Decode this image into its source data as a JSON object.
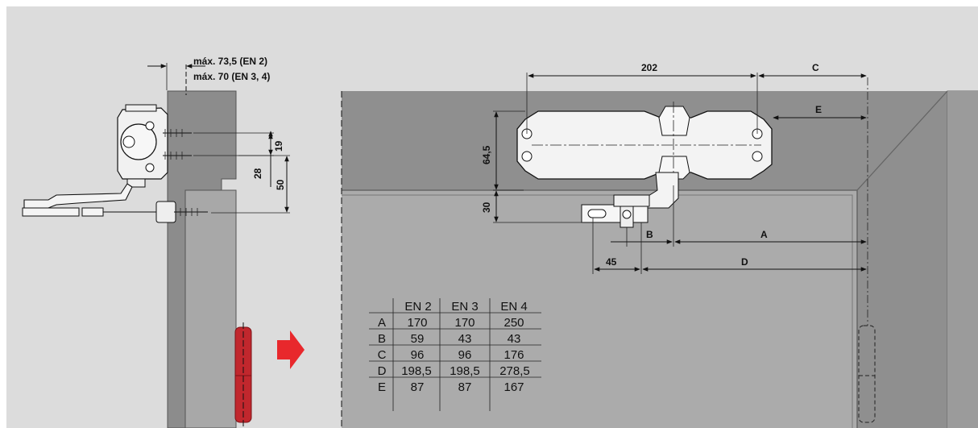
{
  "colors": {
    "background": "#dcdcdc",
    "wall": "#8f8f8f",
    "door": "#a9a9a9",
    "frame": "#a3a3a3",
    "hinge": "#c1272d",
    "arrow": "#e8282c",
    "closer_body": "#f3f3f3",
    "line": "#111111"
  },
  "side_view": {
    "max_label_en2": "máx. 73,5 (EN 2)",
    "max_label_en34": "máx. 70 (EN 3, 4)",
    "dim_19": "19",
    "dim_28": "28",
    "dim_50": "50"
  },
  "top_view": {
    "dim_202": "202",
    "dim_C": "C",
    "dim_E": "E",
    "dim_64_5": "64,5",
    "dim_30": "30",
    "dim_B": "B",
    "dim_A": "A",
    "dim_45": "45",
    "dim_D": "D"
  },
  "icons": {
    "direction_arrow": "right-arrow-icon"
  },
  "table": {
    "columns": [
      "",
      "EN 2",
      "EN 3",
      "EN 4"
    ],
    "rows": [
      {
        "key": "A",
        "en2": "170",
        "en3": "170",
        "en4": "250"
      },
      {
        "key": "B",
        "en2": "59",
        "en3": "43",
        "en4": "43"
      },
      {
        "key": "C",
        "en2": "96",
        "en3": "96",
        "en4": "176"
      },
      {
        "key": "D",
        "en2": "198,5",
        "en3": "198,5",
        "en4": "278,5"
      },
      {
        "key": "E",
        "en2": "87",
        "en3": "87",
        "en4": "167"
      }
    ]
  }
}
